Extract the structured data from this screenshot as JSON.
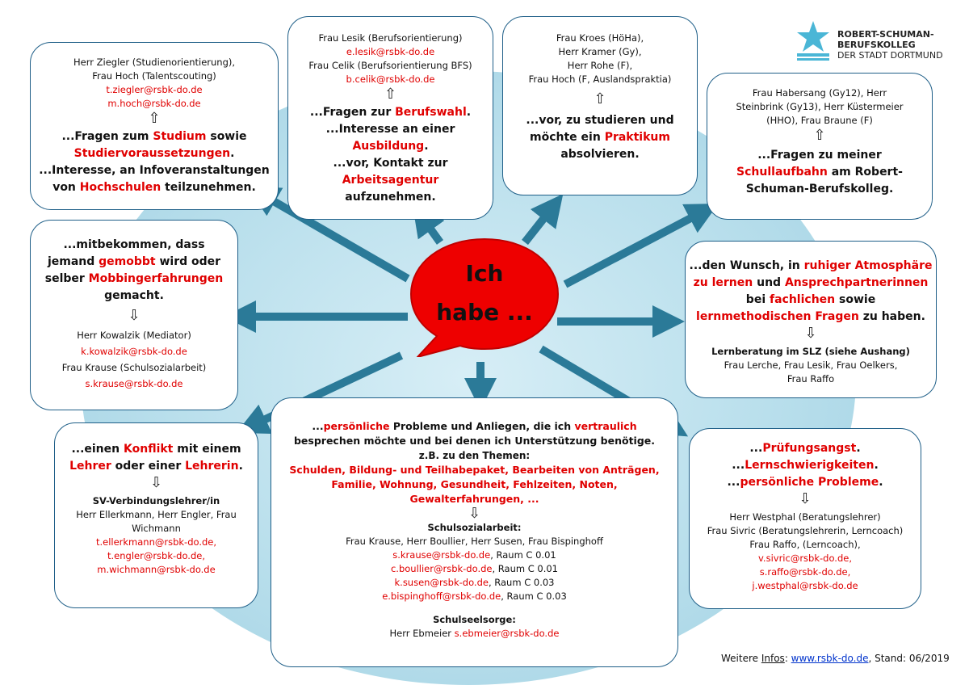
{
  "logo": {
    "icon": "star-icon",
    "line1": "ROBERT-SCHUMAN-",
    "line2": "BERUFSKOLLEG",
    "line3": "DER STADT DORTMUND",
    "color": "#4ab6d6"
  },
  "center": {
    "line1": "Ich",
    "line2": "habe ...",
    "color": "#ee0000"
  },
  "colors": {
    "accent_red": "#e00000",
    "arrow": "#2b7a98",
    "border": "#1f5f88"
  },
  "arrow_glyph": "⇧",
  "arrow_down_glyph": "⇩",
  "box_studium": {
    "c1": "Herr Ziegler (Studienorientierung),",
    "c2": "Frau Hoch (Talentscouting)",
    "e1": "t.ziegler@rsbk-do.de",
    "e2": "m.hoch@rsbk-do.de",
    "q1a": "...Fragen zum ",
    "q1r": "Studium",
    "q1b": " sowie",
    "q2r": "Studiervoraussetzungen",
    "q2b": ".",
    "q3": "...Interesse, an   Infoveranstaltungen",
    "q4a": "von ",
    "q4r": "Hochschulen",
    "q4b": " teilzunehmen."
  },
  "box_beruf": {
    "c1": "Frau Lesik (Berufsorientierung)",
    "e1": "e.lesik@rsbk-do.de",
    "c2": "Frau Celik (Berufsorientierung BFS)",
    "e2": "b.celik@rsbk-do.de",
    "q1a": "...Fragen zur ",
    "q1r": "Berufswahl",
    "q1b": ".",
    "q2": "...Interesse an einer",
    "q3r": "Ausbildung",
    "q3b": ".",
    "q4": "...vor, Kontakt zur",
    "q5r": "Arbeitsagentur",
    "q6": "aufzunehmen."
  },
  "box_praktikum": {
    "c1": "Frau Kroes (HöHa),",
    "c2": "Herr Kramer (Gy),",
    "c3": "Herr Rohe (F),",
    "c4": "Frau Hoch (F, Auslandspraktia)",
    "q1": "...vor, zu studieren und",
    "q2a": "möchte ein ",
    "q2r": "Praktikum",
    "q3": "absolvieren."
  },
  "box_schullaufbahn": {
    "c1": "Frau Habersang (Gy12), Herr",
    "c2": "Steinbrink (Gy13), Herr Küstermeier",
    "c3": "(HHO), Frau Braune (F)",
    "q1": "...Fragen zu meiner",
    "q2r": "Schullaufbahn",
    "q2b": " am Robert-",
    "q3": "Schuman-Berufskolleg."
  },
  "box_mobbing": {
    "q1": "...mitbekommen, dass",
    "q2a": "jemand ",
    "q2r": "gemobbt",
    "q2b": " wird oder",
    "q3a": "selber ",
    "q3r": "Mobbingerfahrungen",
    "q4": "gemacht.",
    "c1": "Herr Kowalzik (Mediator)",
    "e1": "k.kowalzik@rsbk-do.de",
    "c2": "Frau Krause (Schulsozialarbeit)",
    "e2": "s.krause@rsbk-do.de"
  },
  "box_lernen": {
    "q1a": "...den Wunsch, in ",
    "q1r": "ruhiger Atmosphäre",
    "q2r1": "zu lernen",
    "q2b": " und ",
    "q2r2": "Ansprechpartnerinnen",
    "q3a": "bei ",
    "q3r": "fachlichen",
    "q3b": " sowie",
    "q4r": "lernmethodischen Fragen",
    "q4b": " zu haben.",
    "h": "Lernberatung im SLZ (siehe Aushang)",
    "c1": "Frau Lerche, Frau Lesik, Frau Oelkers,",
    "c2": "Frau Raffo"
  },
  "box_konflikt": {
    "q1a": "...einen ",
    "q1r": "Konflikt",
    "q1b": " mit einem",
    "q2r1": "Lehrer",
    "q2b": " oder einer ",
    "q2r2": "Lehrerin",
    "q2c": ".",
    "h": "SV-Verbindungslehrer/in",
    "c1": "Herr Ellerkmann, Herr Engler, Frau",
    "c2": "Wichmann",
    "e1": "t.ellerkmann@rsbk-do.de,",
    "e2": "t.engler@rsbk-do.de,",
    "e3": "m.wichmann@rsbk-do.de"
  },
  "box_persoenlich": {
    "l1a": "...",
    "l1r1": "persönliche",
    "l1b": " Probleme und Anliegen, die ich ",
    "l1r2": "vertraulich",
    "l2": "besprechen möchte und bei denen ich Unterstützung benötige.",
    "l3": "z.B. zu den Themen:",
    "t1": "Schulden, Bildung- und Teilhabepaket, Bearbeiten von Anträgen,",
    "t2": "Familie, Wohnung, Gesundheit, Fehlzeiten, Noten,",
    "t3": "Gewalterfahrungen, ...",
    "h1": "Schulsozialarbeit:",
    "c1": "Frau Krause, Herr Boullier, Herr Susen, Frau Bispinghoff",
    "rows": [
      {
        "email": "s.krause@rsbk-do.de",
        "room": ", Raum C 0.01"
      },
      {
        "email": "c.boullier@rsbk-do.de",
        "room": ", Raum C 0.01"
      },
      {
        "email": "k.susen@rsbk-do.de",
        "room": ", Raum C 0.03"
      },
      {
        "email": "e.bispinghoff@rsbk-do.de",
        "room": ", Raum C 0.03"
      }
    ],
    "h2": "Schulseelsorge:",
    "c2": "Herr Ebmeier ",
    "e2": "s.ebmeier@rsbk-do.de"
  },
  "box_pruefung": {
    "q1a": "...",
    "q1r": "Prüfungsangst",
    "q1b": ".",
    "q2a": "...",
    "q2r": "Lernschwierigkeiten",
    "q2b": ".",
    "q3a": "...",
    "q3r": "persönliche Probleme",
    "q3b": ".",
    "c1": "Herr Westphal (Beratungslehrer)",
    "c2": "Frau Sivric (Beratungslehrerin, Lerncoach)",
    "c3": "Frau Raffo, (Lerncoach),",
    "e1": "v.sivric@rsbk-do.de,",
    "e2": "s.raffo@rsbk-do.de,",
    "e3": "j.westphal@rsbk-do.de"
  },
  "footer": {
    "prefix": "Weitere ",
    "infos": "Infos",
    "colon": ": ",
    "link": "www.rsbk-do.de",
    "suffix": ", Stand: 06/2019"
  }
}
